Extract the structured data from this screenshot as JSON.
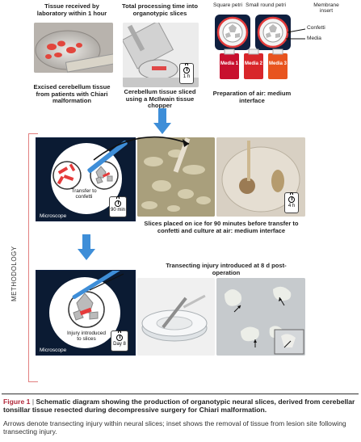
{
  "top_row": {
    "col1_top": "Tissue received by laboratory within 1 hour",
    "col1_bottom": "Excised cerebellum tissue from patients with Chiari malformation",
    "col2_top": "Total processing time into organotypic slices",
    "col2_bottom": "Cerebellum tissue sliced using a McIlwain tissue chopper",
    "col2_timer": "1 h",
    "col3_bottom": "Preparation of air: medium interface",
    "labels": {
      "square_petri": "Square petri",
      "small_round_petri": "Small round petri",
      "membrane_insert": "Membrane insert",
      "confetti": "Confetti",
      "media": "Media"
    },
    "media_bottles": [
      "Media 1",
      "Media 2",
      "Media 3"
    ],
    "media_colors": [
      "#c8102e",
      "#d8262a",
      "#e8541e"
    ]
  },
  "methodology": {
    "side_label": "METHODOLOGY",
    "schem1": {
      "transfer_label": "Transfer to confetti",
      "timer": "90 min",
      "microscope": "Microscope"
    },
    "photo_timer": "4 h",
    "mid_caption": "Slices placed on ice for 90 minutes before transfer to confetti and culture at air: medium interface",
    "injury_title": "Transecting injury introduced at 8 d post-operation",
    "schem2": {
      "injury_label": "Injury introduced to slices",
      "day": "Day 8",
      "microscope": "Microscope"
    }
  },
  "caption": {
    "label": "Figure 1",
    "bar": "|",
    "title": "Schematic diagram showing the production of organotypic neural slices, derived from cerebellar tonsillar tissue resected during decompressive surgery for Chiari malformation.",
    "body": "Arrows denote transecting injury within neural slices; inset shows the removal of tissue from lesion site following transecting injury."
  },
  "colors": {
    "arrow_blue": "#3e8ed8",
    "bracket_pink": "#e28080",
    "schematic_navy": "#0b1b33",
    "tissue_red": "#e53b3b"
  }
}
